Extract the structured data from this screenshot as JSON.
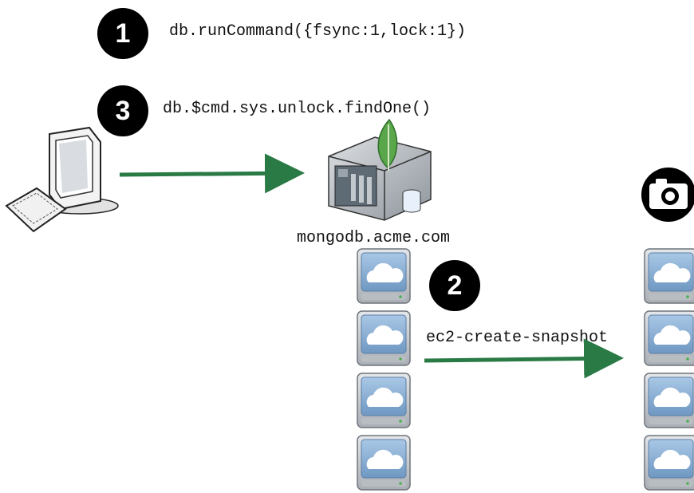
{
  "steps": {
    "one": {
      "number": "1",
      "command": "db.runCommand({fsync:1,lock:1})"
    },
    "two": {
      "number": "2",
      "command": "ec2-create-snapshot"
    },
    "three": {
      "number": "3",
      "command": "db.$cmd.sys.unlock.findOne()"
    }
  },
  "server": {
    "hostname": "mongodb.acme.com",
    "icon": "mongodb-server-icon"
  },
  "client": {
    "icon": "desktop-computer-icon"
  },
  "snapshot": {
    "icon": "camera-icon"
  },
  "volumes": {
    "source_count": 4,
    "snapshot_count": 4,
    "icon": "cloud-drive-icon"
  },
  "colors": {
    "arrow": "#2a7a45",
    "badge": "#000000",
    "drive_top": "#8fb4d8",
    "drive_body": "#c7cbd0"
  }
}
